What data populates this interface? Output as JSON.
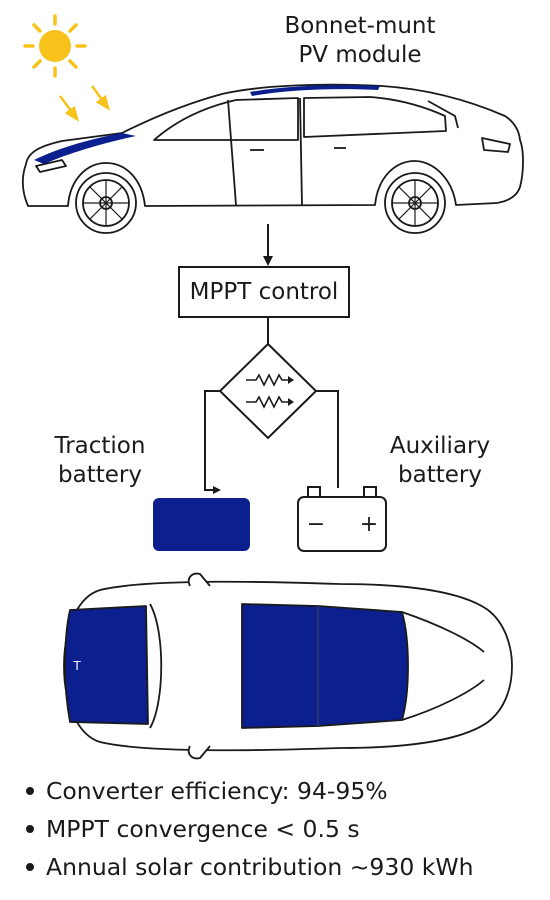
{
  "pv_module_label": [
    "Bonnet-munt",
    "PV module"
  ],
  "controller_label": "MPPT control",
  "traction_battery_label": [
    "Traction",
    "battery"
  ],
  "auxiliary_battery_label": [
    "Auxiliary",
    "battery"
  ],
  "battery_terminals": {
    "negative": "−",
    "positive": "+"
  },
  "roof_logo": "T",
  "specs": [
    "Converter efficiency: 94-95%",
    "MPPT convergence < 0.5 s",
    "Annual solar contribution ~930 kWh"
  ],
  "colors": {
    "panel": "#0b1f8f",
    "sun": "#f7c21a",
    "line": "#1a1a1a"
  }
}
